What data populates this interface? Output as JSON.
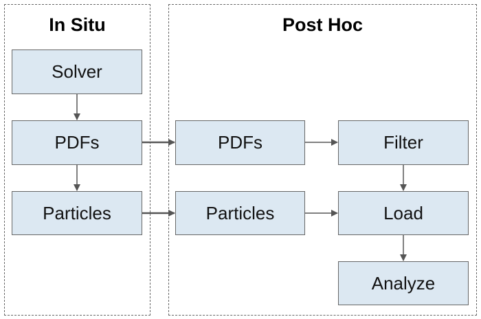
{
  "in_situ": {
    "title": "In Situ",
    "nodes": {
      "solver": "Solver",
      "pdfs": "PDFs",
      "particles": "Particles"
    }
  },
  "post_hoc": {
    "title": "Post Hoc",
    "nodes": {
      "pdfs": "PDFs",
      "particles": "Particles",
      "filter": "Filter",
      "load": "Load",
      "analyze": "Analyze"
    }
  },
  "edges": [
    {
      "from": "in_situ.solver",
      "to": "in_situ.pdfs"
    },
    {
      "from": "in_situ.pdfs",
      "to": "in_situ.particles"
    },
    {
      "from": "in_situ.pdfs",
      "to": "post_hoc.pdfs"
    },
    {
      "from": "in_situ.particles",
      "to": "post_hoc.particles"
    },
    {
      "from": "post_hoc.pdfs",
      "to": "post_hoc.filter"
    },
    {
      "from": "post_hoc.filter",
      "to": "post_hoc.load"
    },
    {
      "from": "post_hoc.particles",
      "to": "post_hoc.load"
    },
    {
      "from": "post_hoc.load",
      "to": "post_hoc.analyze"
    }
  ],
  "colors": {
    "box_fill": "#dce8f2",
    "border": "#666666",
    "arrow": "#555555"
  }
}
